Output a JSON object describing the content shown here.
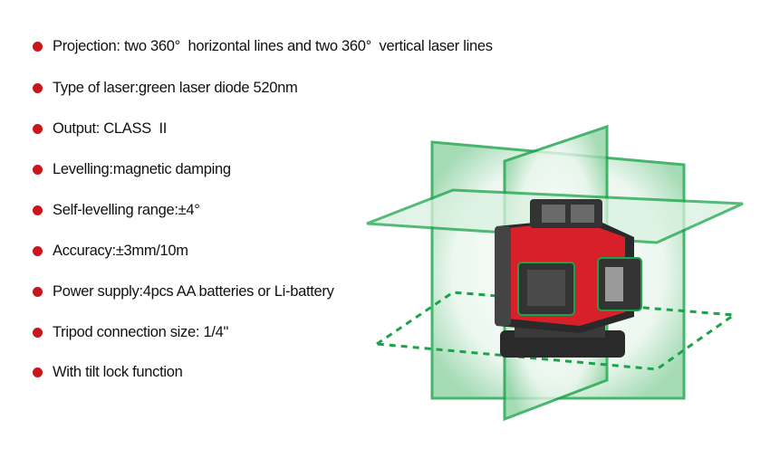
{
  "specs": [
    "Projection: two 360°  horizontal lines and two 360°  vertical laser lines",
    "Type of laser:green laser diode 520nm",
    "Output: CLASS  II",
    "Levelling:magnetic damping",
    "Self-levelling range:±4°",
    "Accuracy:±3mm/10m",
    "Power supply:4pcs AA batteries or Li-battery",
    "Tripod connection size: 1/4\"",
    "With tilt lock function"
  ],
  "colors": {
    "bullet": "#c8161d",
    "laser": "#1aa34a",
    "body": "#d8202a",
    "housing": "#2a2a2a"
  }
}
